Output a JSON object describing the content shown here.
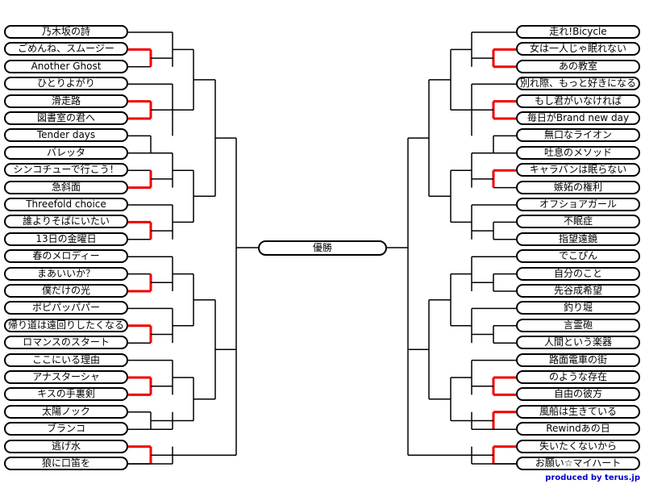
{
  "final": {
    "label": "優勝"
  },
  "credit": "produced by terus.jp",
  "colors": {
    "line": "#000000",
    "winner": "#ee0000"
  },
  "left_entries": [
    "乃木坂の詩",
    "ごめんね、スムージー",
    "Another Ghost",
    "ひとりよがり",
    "滑走路",
    "図書室の君へ",
    "Tender days",
    "バレッタ",
    "シンコチューで行こう！",
    "急斜面",
    "Threefold choice",
    "誰よりそばにいたい",
    "13日の金曜日",
    "春のメロディー",
    "まあいいか？",
    "僕だけの光",
    "ポピパッパパー",
    "帰り道は遠回りしたくなる",
    "ロマンスのスタート",
    "ここにいる理由",
    "アナスターシャ",
    "キスの手裏剣",
    "太陽ノック",
    "ブランコ",
    "逃げ水",
    "狼に口笛を"
  ],
  "right_entries": [
    "走れ!Bicycle",
    "女は一人じゃ眠れない",
    "あの教室",
    "別れ際、もっと好きになる",
    "もし君がいなければ",
    "毎日がBrand new day",
    "無口なライオン",
    "吐息のメソッド",
    "キャラバンは眠らない",
    "嫉妬の権利",
    "オフショアガール",
    "不眠症",
    "指望遠鏡",
    "でこぴん",
    "自分のこと",
    "先谷成希望",
    "釣り堀",
    "言霊砲",
    "人間という楽器",
    "路面電車の街",
    "のような存在",
    "自由の彼方",
    "風船は生きている",
    "Rewindあの日",
    "失いたくないから",
    "お願い☆マイハート"
  ],
  "left_winners_r1": [
    1,
    4,
    5,
    9,
    11,
    15,
    17,
    19,
    20,
    21,
    24
  ],
  "right_winners_r1": [
    1,
    2,
    4,
    5,
    8,
    10,
    19,
    20,
    21,
    22,
    24
  ]
}
